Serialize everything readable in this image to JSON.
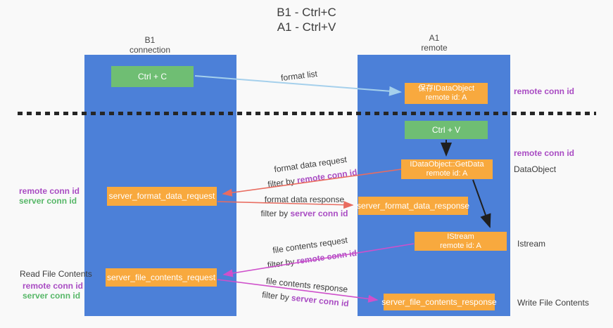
{
  "title": {
    "line1": "B1 - Ctrl+C",
    "line2": "A1 - Ctrl+V"
  },
  "lifelines": {
    "left": {
      "title": "B1",
      "subtitle": "connection"
    },
    "right": {
      "title": "A1",
      "subtitle": "remote"
    }
  },
  "nodes": {
    "ctrl_c": {
      "label": "Ctrl + C"
    },
    "save_idataobject": {
      "line1": "保存IDataObject",
      "line2": "remote id: A"
    },
    "ctrl_v": {
      "label": "Ctrl + V"
    },
    "getdata": {
      "line1": "IDataObject::GetData",
      "line2": "remote id: A"
    },
    "istream": {
      "line1": "IStream",
      "line2": "remote id: A"
    },
    "format_request": {
      "label": "server_format_data_request"
    },
    "format_response": {
      "label": "server_format_data_response"
    },
    "file_request": {
      "label": "server_file_contents_request"
    },
    "file_response": {
      "label": "server_file_contents_response"
    }
  },
  "annotations": {
    "remote_conn_id_top": "remote conn id",
    "remote_conn_id_mid": "remote conn id",
    "dataobject": "DataObject",
    "istream": "Istream",
    "write_file_contents": "Write File Contents",
    "read_file_contents": "Read File Contents",
    "left_block1": {
      "remote": "remote conn id",
      "server": "server conn id"
    },
    "left_block2": {
      "remote": "remote conn id",
      "server": "server conn id"
    }
  },
  "edges": {
    "format_list": {
      "label": "format list"
    },
    "format_data_request": {
      "label": "format data request",
      "filter_prefix": "filter by ",
      "filter_key": "remote conn id"
    },
    "format_data_response": {
      "label": "format data response",
      "filter_prefix": "filter by ",
      "filter_key": "server conn id"
    },
    "file_contents_request": {
      "label": "file contents request",
      "filter_prefix": "filter by ",
      "filter_key": "remote conn id"
    },
    "file_contents_response": {
      "label": "file contents response",
      "filter_prefix": "filter by ",
      "filter_key": "server conn id"
    }
  },
  "colors": {
    "lifeline_blue": "#4c80d8",
    "action_green": "#6fbe73",
    "message_orange": "#f8a93e",
    "request_red": "#e96c60",
    "contents_magenta": "#cf50cb",
    "format_list_blue": "#a5d0ec",
    "arrow_black": "#1f1f1f",
    "remote_id_purple": "#a94cc3",
    "server_id_green": "#57b768"
  }
}
